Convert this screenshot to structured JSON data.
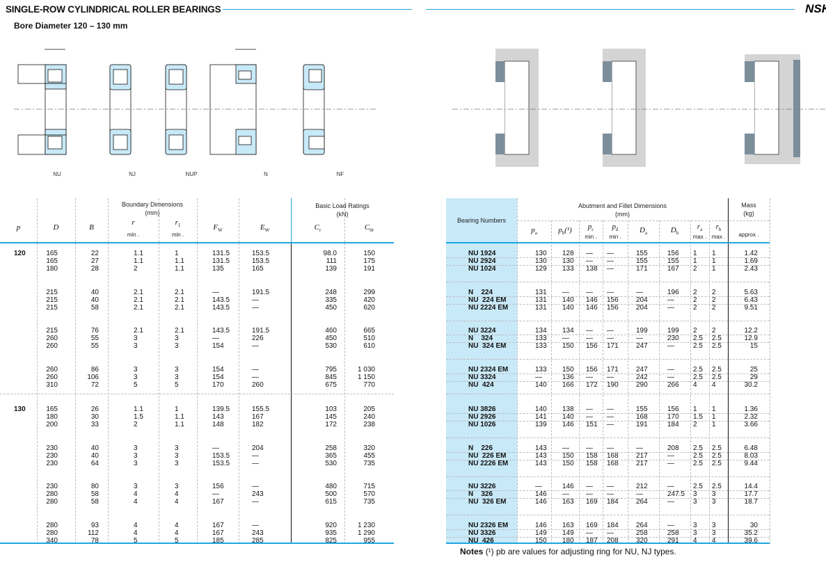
{
  "header": {
    "title": "SINGLE-ROW CYLINDRICAL ROLLER BEARINGS",
    "subtitle": "Bore Diameter 120 – 130 mm",
    "brand": "NSK"
  },
  "diagrams": {
    "types": [
      "NU",
      "NJ",
      "NUP",
      "N",
      "NF"
    ]
  },
  "left_table": {
    "group_label": "Boundary Dimensions",
    "group_unit": "(mm)",
    "load_label": "Basic Load Ratings",
    "load_unit": "(kN)",
    "columns": [
      {
        "m": "p",
        "s": ""
      },
      {
        "m": "D",
        "s": ""
      },
      {
        "m": "B",
        "s": ""
      },
      {
        "m": "r",
        "s": "",
        "note": "min ."
      },
      {
        "m": "r",
        "s": "1",
        "note": "min ."
      },
      {
        "m": "F",
        "s": "W"
      },
      {
        "m": "E",
        "s": "W"
      },
      {
        "m": "C",
        "s": "r"
      },
      {
        "m": "C",
        "s": "0r"
      }
    ],
    "sizes": [
      {
        "bore": "120",
        "groups": [
          [
            [
              "165",
              "22",
              "1.1",
              "1",
              "131.5",
              "153.5",
              "98.0",
              "150"
            ],
            [
              "165",
              "27",
              "1.1",
              "1.1",
              "131.5",
              "153.5",
              "111",
              "175"
            ],
            [
              "180",
              "28",
              "2",
              "1.1",
              "135",
              "165",
              "139",
              "191"
            ]
          ],
          [
            [
              "215",
              "40",
              "2.1",
              "2.1",
              "—",
              "191.5",
              "248",
              "299"
            ],
            [
              "215",
              "40",
              "2.1",
              "2.1",
              "143.5",
              "—",
              "335",
              "420"
            ],
            [
              "215",
              "58",
              "2.1",
              "2.1",
              "143.5",
              "—",
              "450",
              "620"
            ]
          ],
          [
            [
              "215",
              "76",
              "2.1",
              "2.1",
              "143.5",
              "191.5",
              "460",
              "665"
            ],
            [
              "260",
              "55",
              "3",
              "3",
              "—",
              "226",
              "450",
              "510"
            ],
            [
              "260",
              "55",
              "3",
              "3",
              "154",
              "—",
              "530",
              "610"
            ]
          ],
          [
            [
              "260",
              "86",
              "3",
              "3",
              "154",
              "—",
              "795",
              "1 030"
            ],
            [
              "260",
              "106",
              "3",
              "3",
              "154",
              "—",
              "845",
              "1 150"
            ],
            [
              "310",
              "72",
              "5",
              "5",
              "170",
              "260",
              "675",
              "770"
            ]
          ]
        ]
      },
      {
        "bore": "130",
        "groups": [
          [
            [
              "165",
              "26",
              "1.1",
              "1",
              "139.5",
              "155.5",
              "103",
              "205"
            ],
            [
              "180",
              "30",
              "1.5",
              "1.1",
              "143",
              "167",
              "145",
              "240"
            ],
            [
              "200",
              "33",
              "2",
              "1.1",
              "148",
              "182",
              "172",
              "238"
            ]
          ],
          [
            [
              "230",
              "40",
              "3",
              "3",
              "—",
              "204",
              "258",
              "320"
            ],
            [
              "230",
              "40",
              "3",
              "3",
              "153.5",
              "—",
              "365",
              "455"
            ],
            [
              "230",
              "64",
              "3",
              "3",
              "153.5",
              "—",
              "530",
              "735"
            ]
          ],
          [
            [
              "230",
              "80",
              "3",
              "3",
              "156",
              "—",
              "480",
              "715"
            ],
            [
              "280",
              "58",
              "4",
              "4",
              "—",
              "243",
              "500",
              "570"
            ],
            [
              "280",
              "58",
              "4",
              "4",
              "167",
              "—",
              "615",
              "735"
            ]
          ],
          [
            [
              "280",
              "93",
              "4",
              "4",
              "167",
              "—",
              "920",
              "1 230"
            ],
            [
              "280",
              "112",
              "4",
              "4",
              "167",
              "243",
              "935",
              "1 290"
            ],
            [
              "340",
              "78",
              "5",
              "5",
              "185",
              "285",
              "825",
              "955"
            ]
          ]
        ]
      }
    ]
  },
  "right_table": {
    "bearing_label": "Bearing Numbers",
    "group_label": "Abutment and Fillet Dimensions",
    "group_unit": "(mm)",
    "mass_label": "Mass",
    "mass_unit": "(kg)",
    "mass_note": "approx .",
    "columns": [
      {
        "m": "p",
        "s": "a"
      },
      {
        "m": "p",
        "s": "b",
        "extra": "(¹)"
      },
      {
        "m": "p",
        "s": "c",
        "note": "min ."
      },
      {
        "m": "p",
        "s": "d",
        "note": "min ."
      },
      {
        "m": "D",
        "s": "a"
      },
      {
        "m": "D",
        "s": "b"
      },
      {
        "m": "r",
        "s": "a",
        "note": "max ."
      },
      {
        "m": "r",
        "s": "b",
        "note": "max ."
      }
    ],
    "groups": [
      [
        [
          "NU 1924",
          "130",
          "128",
          "—",
          "—",
          "155",
          "156",
          "1",
          "1",
          "1.42"
        ],
        [
          "NU 2924",
          "130",
          "130",
          "—",
          "—",
          "155",
          "155",
          "1",
          "1",
          "1.69"
        ],
        [
          "NU 1024",
          "129",
          "133",
          "138",
          "—",
          "171",
          "167",
          "2",
          "1",
          "2.43"
        ]
      ],
      [
        [
          "N    224",
          "131",
          "—",
          "—",
          "—",
          "—",
          "196",
          "2",
          "2",
          "5.63"
        ],
        [
          "NU  224 EM",
          "131",
          "140",
          "146",
          "156",
          "204",
          "—",
          "2",
          "2",
          "6.43"
        ],
        [
          "NU 2224 EM",
          "131",
          "140",
          "146",
          "156",
          "204",
          "—",
          "2",
          "2",
          "9.51"
        ]
      ],
      [
        [
          "NU 3224",
          "134",
          "134",
          "—",
          "—",
          "199",
          "199",
          "2",
          "2",
          "12.2"
        ],
        [
          "N    324",
          "133",
          "—",
          "—",
          "—",
          "—",
          "230",
          "2.5",
          "2.5",
          "12.9"
        ],
        [
          "NU  324 EM",
          "133",
          "150",
          "156",
          "171",
          "247",
          "—",
          "2.5",
          "2.5",
          "15"
        ]
      ],
      [
        [
          "NU 2324 EM",
          "133",
          "150",
          "156",
          "171",
          "247",
          "—",
          "2.5",
          "2.5",
          "25"
        ],
        [
          "NU 3324",
          "—",
          "136",
          "—",
          "—",
          "242",
          "—",
          "2.5",
          "2.5",
          "29"
        ],
        [
          "NU  424",
          "140",
          "166",
          "172",
          "190",
          "290",
          "266",
          "4",
          "4",
          "30.2"
        ]
      ],
      [
        [
          "NU 3826",
          "140",
          "138",
          "—",
          "—",
          "155",
          "156",
          "1",
          "1",
          "1.36"
        ],
        [
          "NU 2926",
          "141",
          "140",
          "—",
          "—",
          "168",
          "170",
          "1.5",
          "1",
          "2.32"
        ],
        [
          "NU 1026",
          "139",
          "146",
          "151",
          "—",
          "191",
          "184",
          "2",
          "1",
          "3.66"
        ]
      ],
      [
        [
          "N    226",
          "143",
          "—",
          "—",
          "—",
          "—",
          "208",
          "2.5",
          "2.5",
          "6.48"
        ],
        [
          "NU  226 EM",
          "143",
          "150",
          "158",
          "168",
          "217",
          "—",
          "2.5",
          "2.5",
          "8.03"
        ],
        [
          "NU 2226 EM",
          "143",
          "150",
          "158",
          "168",
          "217",
          "—",
          "2.5",
          "2.5",
          "9.44"
        ]
      ],
      [
        [
          "NU 3226",
          "—",
          "146",
          "—",
          "—",
          "212",
          "—",
          "2.5",
          "2.5",
          "14.4"
        ],
        [
          "N    326",
          "146",
          "—",
          "—",
          "—",
          "—",
          "247.5",
          "3",
          "3",
          "17.7"
        ],
        [
          "NU  326 EM",
          "146",
          "163",
          "169",
          "184",
          "264",
          "—",
          "3",
          "3",
          "18.7"
        ]
      ],
      [
        [
          "NU 2326 EM",
          "146",
          "163",
          "169",
          "184",
          "264",
          "—",
          "3",
          "3",
          "30"
        ],
        [
          "NU 3326",
          "149",
          "149",
          "—",
          "—",
          "258",
          "258",
          "3",
          "3",
          "35.2"
        ],
        [
          "NU  426",
          "150",
          "180",
          "187",
          "208",
          "320",
          "291",
          "4",
          "4",
          "39.6"
        ]
      ]
    ]
  },
  "notes": {
    "label": "Notes",
    "text": "(¹)  pb are values for adjusting ring for NU, NJ types."
  },
  "colors": {
    "accent": "#1ea6e0",
    "bearing_col": "#c8e9f8",
    "housing": "#d4d4d4",
    "shoulder": "#7d8e9b"
  }
}
